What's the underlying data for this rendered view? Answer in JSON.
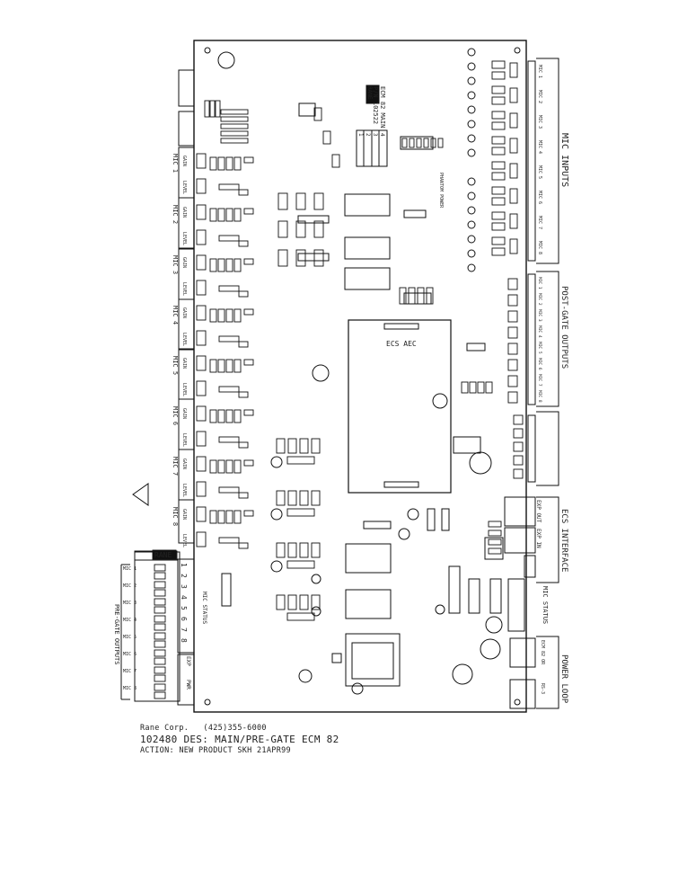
{
  "footer": {
    "company": "Rane Corp.   (425)355-6000",
    "description": "102480 DES: MAIN/PRE-GATE ECM 82",
    "action": "ACTION: NEW PRODUCT SKH 21APR99"
  },
  "board_labels": {
    "mic_inputs": "MIC INPUTS",
    "post_gate_outputs": "POST-GATE OUTPUTS",
    "ecs_interface": "ECS INTERFACE",
    "mic_status": "MIC STATUS",
    "power_loop": "POWER LOOP",
    "pre_gate_outputs": "PRE-GATE OUTPUTS",
    "mic_status_lower": "MIC STATUS",
    "ecs_aec": "ECS AEC",
    "exp_out": "EXP OUT",
    "exp_in": "EXP IN",
    "rane_mark": "RANE",
    "rane_mark_2": "RANE",
    "gain": "GAIN",
    "level": "LEVEL",
    "phantom_power": "PHANTOM POWER",
    "board_title": "ECM 82 MAIN",
    "part_number": "P/N 102522",
    "exp": "EXP",
    "pwr": "PWR",
    "ecm": "ECM 82 OR",
    "rs": "RS-3"
  },
  "mic_channels": [
    "MIC 1",
    "MIC 2",
    "MIC 3",
    "MIC 4",
    "MIC 5",
    "MIC 6",
    "MIC 7",
    "MIC 8"
  ],
  "status_numbers": [
    "1",
    "2",
    "3",
    "4",
    "5",
    "6",
    "7",
    "8"
  ],
  "dip_numbers": [
    "1",
    "2",
    "3",
    "4"
  ]
}
